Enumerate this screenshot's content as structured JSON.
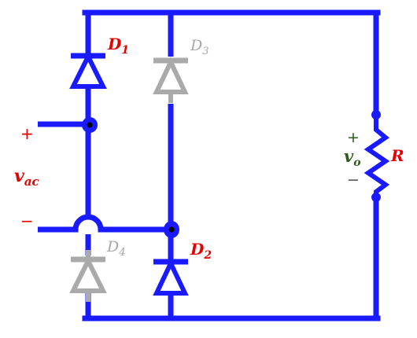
{
  "colors": {
    "active_wire": "#1a1aff",
    "inactive_element": "#aaaaaa",
    "label_red": "#e60000",
    "label_green": "#2e5a1c",
    "label_gray": "#a6a6a6",
    "node_dot": "#000000",
    "background": "#ffffff"
  },
  "labels": {
    "d1": {
      "main": "D",
      "sub": "1"
    },
    "d2": {
      "main": "D",
      "sub": "2"
    },
    "d3": {
      "main": "D",
      "sub": "3"
    },
    "d4": {
      "main": "D",
      "sub": "4"
    },
    "vac": {
      "main": "v",
      "sub": "ac"
    },
    "vac_plus": "+",
    "vac_minus": "−",
    "vo": {
      "main": "v",
      "sub": "o"
    },
    "vo_plus": "+",
    "vo_minus": "−",
    "r": "R"
  },
  "elements": {
    "d1_state": "conducting",
    "d2_state": "conducting",
    "d3_state": "off",
    "d4_state": "off",
    "resistor": "R"
  }
}
